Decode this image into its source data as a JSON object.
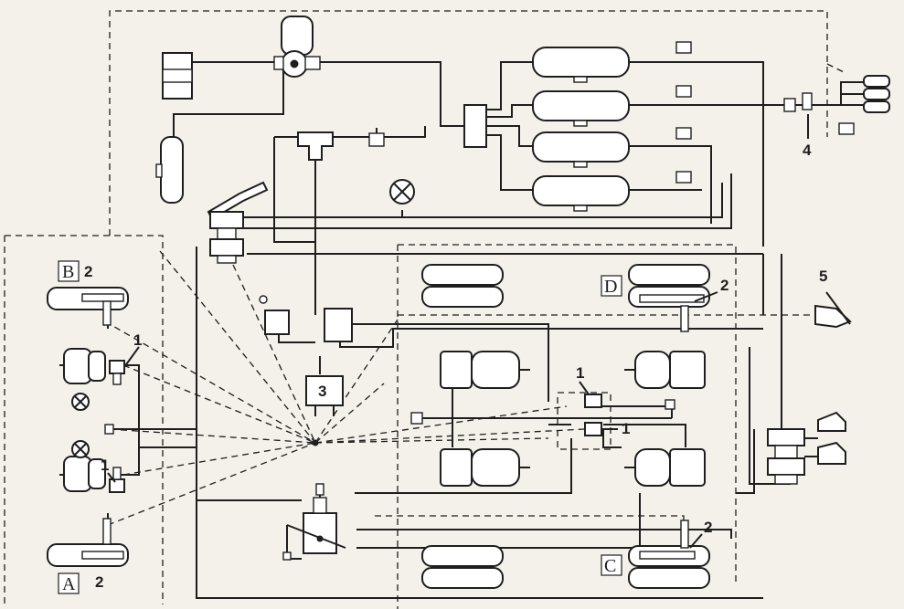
{
  "labels": {
    "component_1": "1",
    "component_2": "2",
    "component_3": "3",
    "component_4": "4",
    "component_5": "5"
  },
  "circuits": {
    "A": "A",
    "B": "B",
    "C": "C",
    "D": "D"
  },
  "colors": {
    "line": "#1e1e1e",
    "paper": "#f4f1ea"
  },
  "icons": [
    "compressor-icon",
    "air-tank-icon",
    "brake-valve-icon",
    "brake-chamber-icon",
    "wheel-icon",
    "pressure-gauge-icon",
    "warning-lamp-icon",
    "coupling-head-icon"
  ]
}
